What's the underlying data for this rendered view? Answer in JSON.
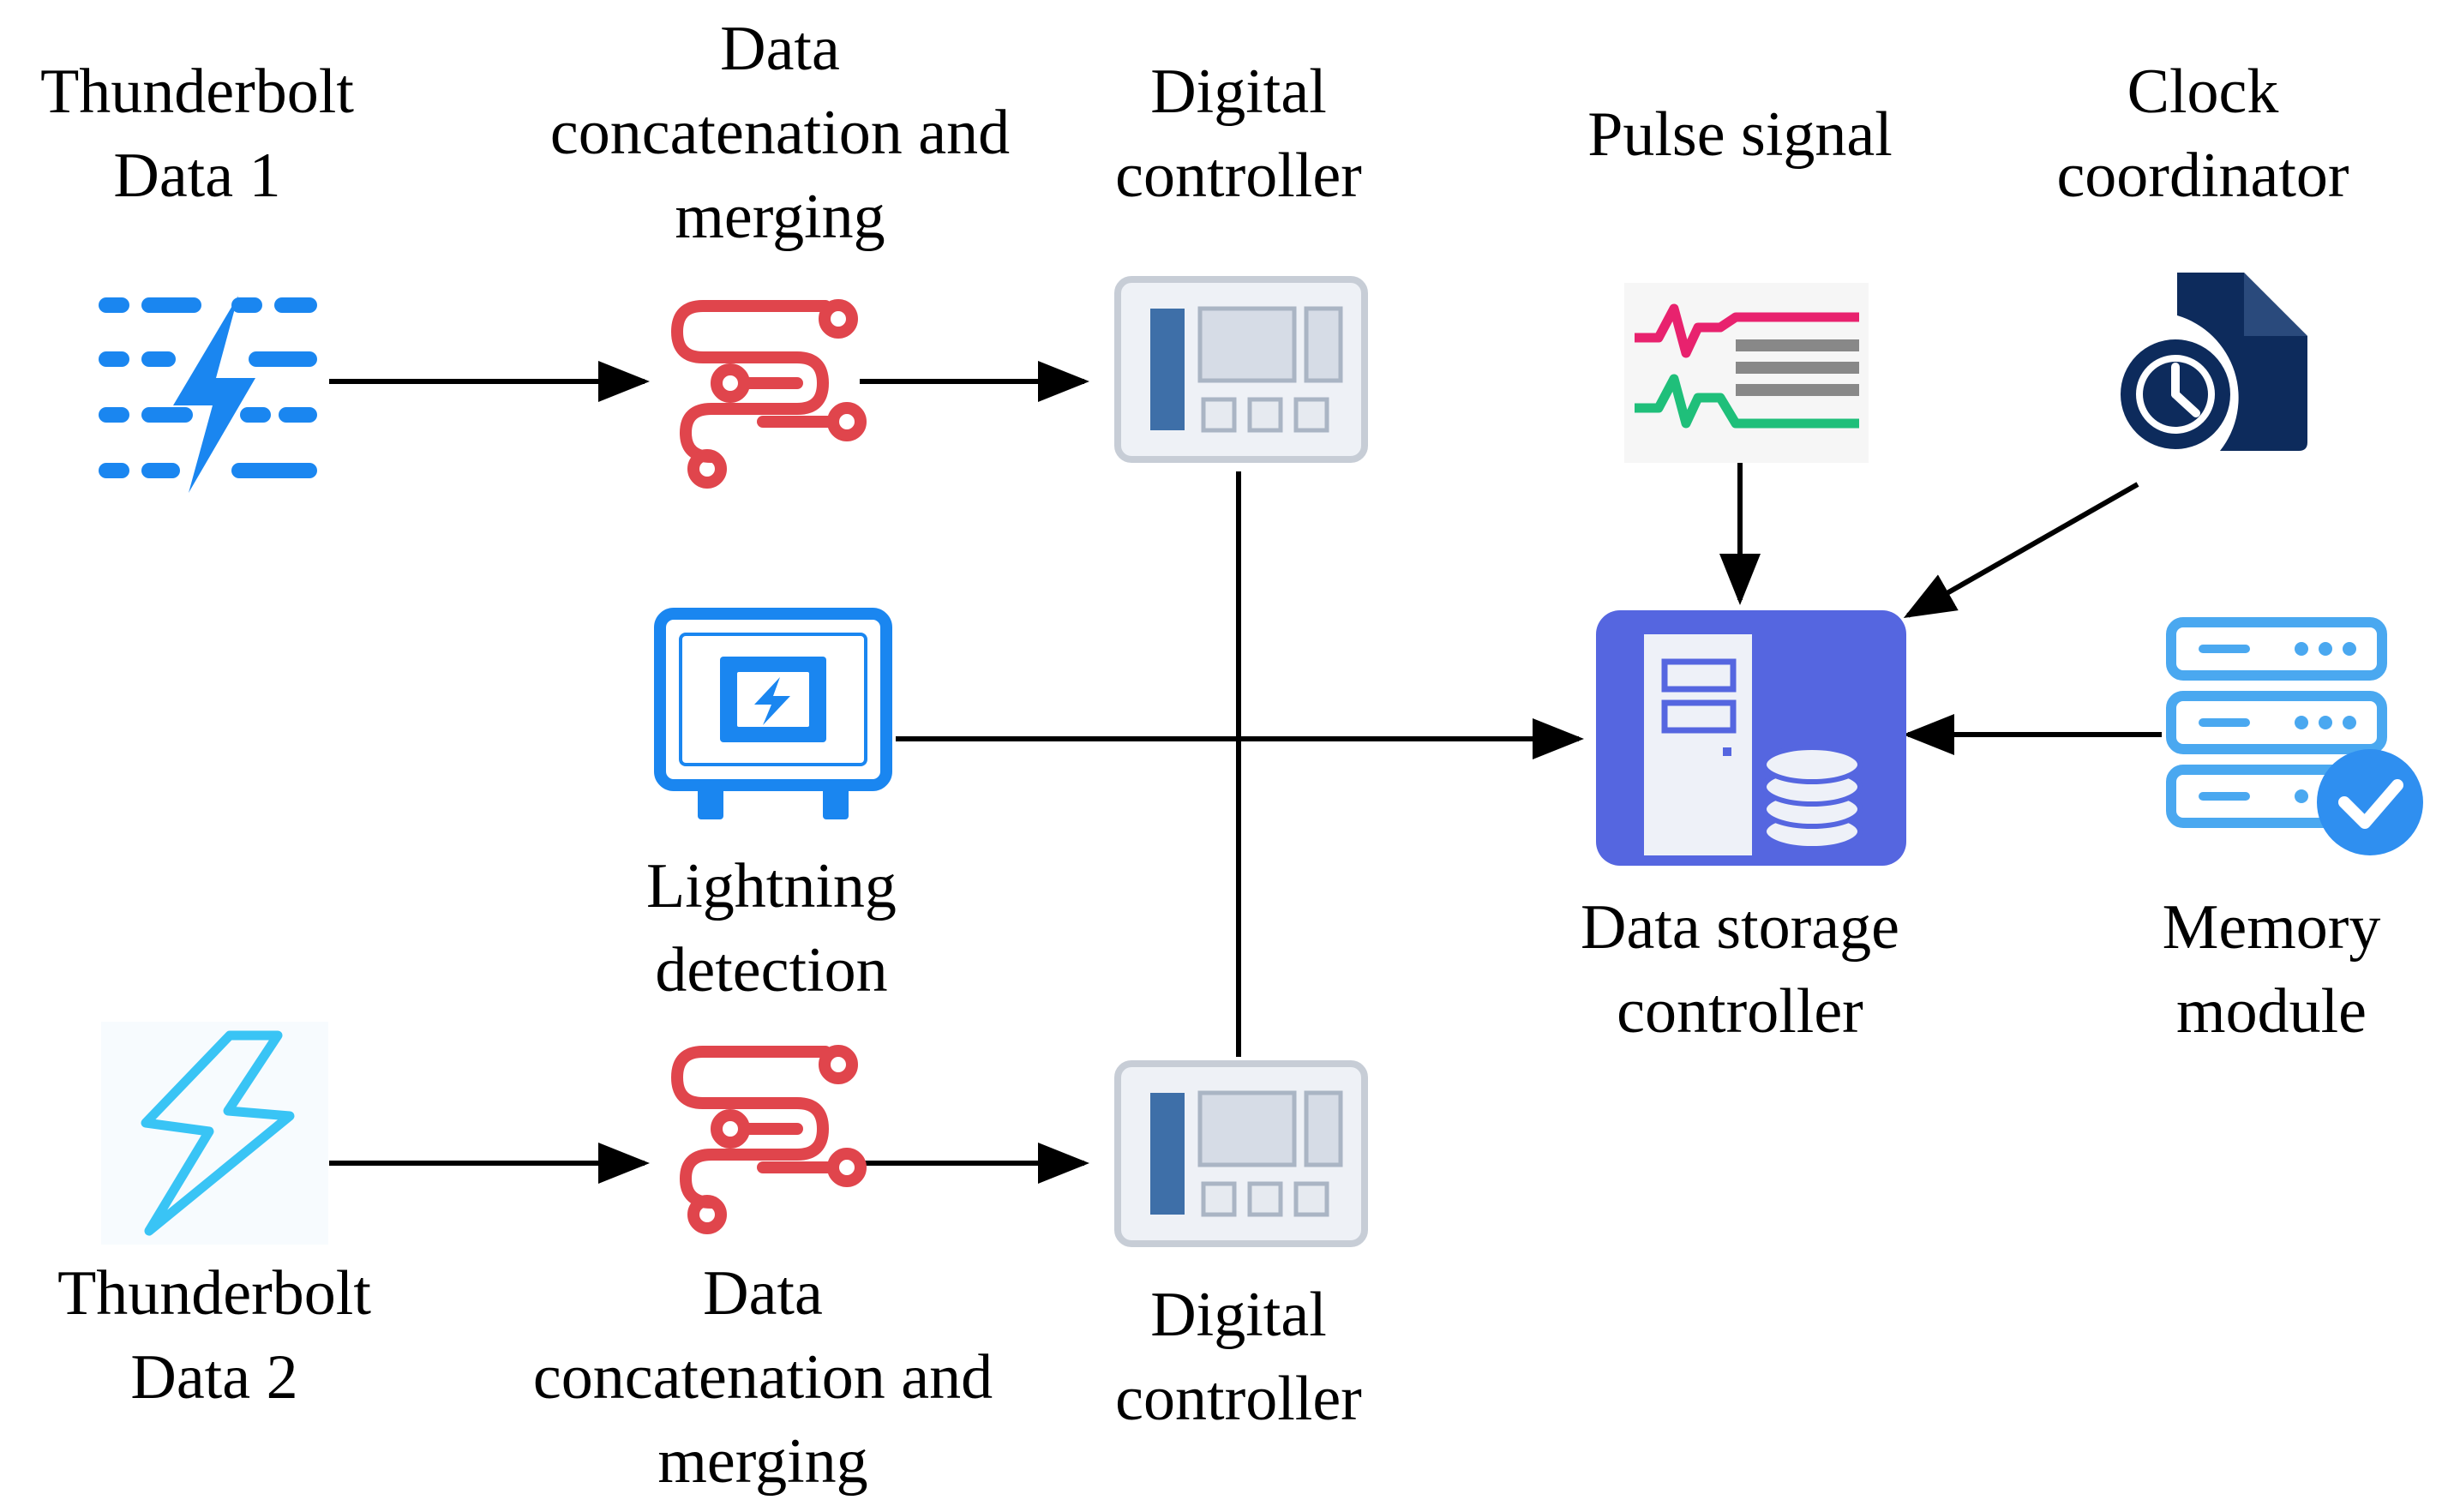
{
  "labels": {
    "thunderbolt_data_1": [
      "Thunderbolt",
      "Data 1"
    ],
    "merge_top": [
      "Data",
      "concatenation and",
      "merging"
    ],
    "digital_controller_top": [
      "Digital",
      "controller"
    ],
    "pulse_signal": [
      "Pulse signal"
    ],
    "clock_coordinator": [
      "Clock",
      "coordinator"
    ],
    "lightning_detection": [
      "Lightning",
      "detection"
    ],
    "data_storage_controller": [
      "Data storage",
      "controller"
    ],
    "memory_module": [
      "Memory",
      "module"
    ],
    "thunderbolt_data_2": [
      "Thunderbolt",
      "Data 2"
    ],
    "merge_bottom": [
      "Data",
      "concatenation and",
      "merging"
    ],
    "digital_controller_bottom": [
      "Digital",
      "controller"
    ]
  },
  "icons": {
    "thunderbolt_data_1": "lightning-data-icon",
    "merge_top": "data-merge-icon",
    "digital_controller_top": "digital-controller-icon",
    "pulse_signal": "pulse-signal-icon",
    "clock_coordinator": "clock-coordinator-icon",
    "lightning_detection": "lightning-detection-icon",
    "data_storage_controller": "data-storage-controller-icon",
    "memory_module": "memory-module-icon",
    "thunderbolt_data_2": "lightning-bolt-icon",
    "merge_bottom": "data-merge-icon",
    "digital_controller_bottom": "digital-controller-icon"
  },
  "colors": {
    "thunderbolt_1_blue": "#1a86f0",
    "merge_red": "#e0454c",
    "controller_gray": "#d6dce6",
    "controller_blue": "#3e6fa8",
    "pulse_pink": "#e8226e",
    "pulse_green": "#1fbf7a",
    "clock_navy": "#0d2b5c",
    "detection_blue": "#1a86f0",
    "storage_purple": "#5566e0",
    "memory_blue": "#4aa8f0",
    "memory_check": "#2f8ff0",
    "thunderbolt_2_cyan": "#39c4f5",
    "line_black": "#000000"
  }
}
